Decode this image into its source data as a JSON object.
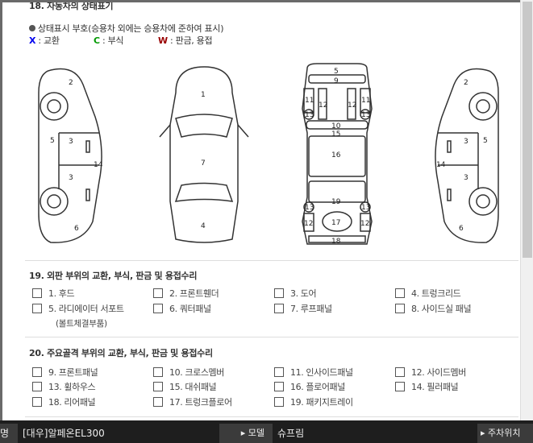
{
  "section18": {
    "title": "18. 자동차의 상태표기",
    "legend_note": "상태표시 부호(승용차 외에는 승용차에 준하여 표시)",
    "codes": [
      {
        "symbol": "X",
        "label": ": 교환",
        "color": "#0000ee"
      },
      {
        "symbol": "C",
        "label": ": 부식",
        "color": "#009900"
      },
      {
        "symbol": "W",
        "label": ": 판금, 용접",
        "color": "#990000"
      }
    ],
    "diagram_numbers": {
      "left": [
        "2",
        "5",
        "3",
        "3",
        "14",
        "6"
      ],
      "top": [
        "1",
        "7",
        "4"
      ],
      "under": [
        "5",
        "9",
        "11",
        "12",
        "12",
        "11",
        "13",
        "13",
        "10",
        "15",
        "16",
        "19",
        "13",
        "13",
        "12",
        "17",
        "12",
        "18"
      ],
      "right": [
        "2",
        "5",
        "3",
        "3",
        "14",
        "6"
      ]
    }
  },
  "section19": {
    "title": "19. 외판 부위의 교환, 부식, 판금 및 용접수리",
    "items": [
      "1. 후드",
      "2. 프론트휀더",
      "3. 도어",
      "4. 트렁크리드",
      "5. 라디에이터 서포트",
      "6. 쿼터패널",
      "7. 루프패널",
      "8. 사이드실 패널"
    ],
    "note": "(볼트체결부품)"
  },
  "section20": {
    "title": "20. 주요골격 부위의 교환, 부식, 판금 및 용접수리",
    "items": [
      "9. 프론트패널",
      "10. 크로스멤버",
      "11. 인사이드패널",
      "12. 사이드멤버",
      "13. 휠하우스",
      "15. 대쉬패널",
      "16. 플로어패널",
      "14. 필러패널",
      "18. 리어패널",
      "17. 트렁크플로어",
      "19. 패키지트레이"
    ]
  },
  "bottom_bar": {
    "cut_label": "명",
    "model_name": "[대우]알페온EL300",
    "model_label": "▸ 모델",
    "model_value": "슈프림",
    "parking_label": "▸ 주차위치"
  }
}
